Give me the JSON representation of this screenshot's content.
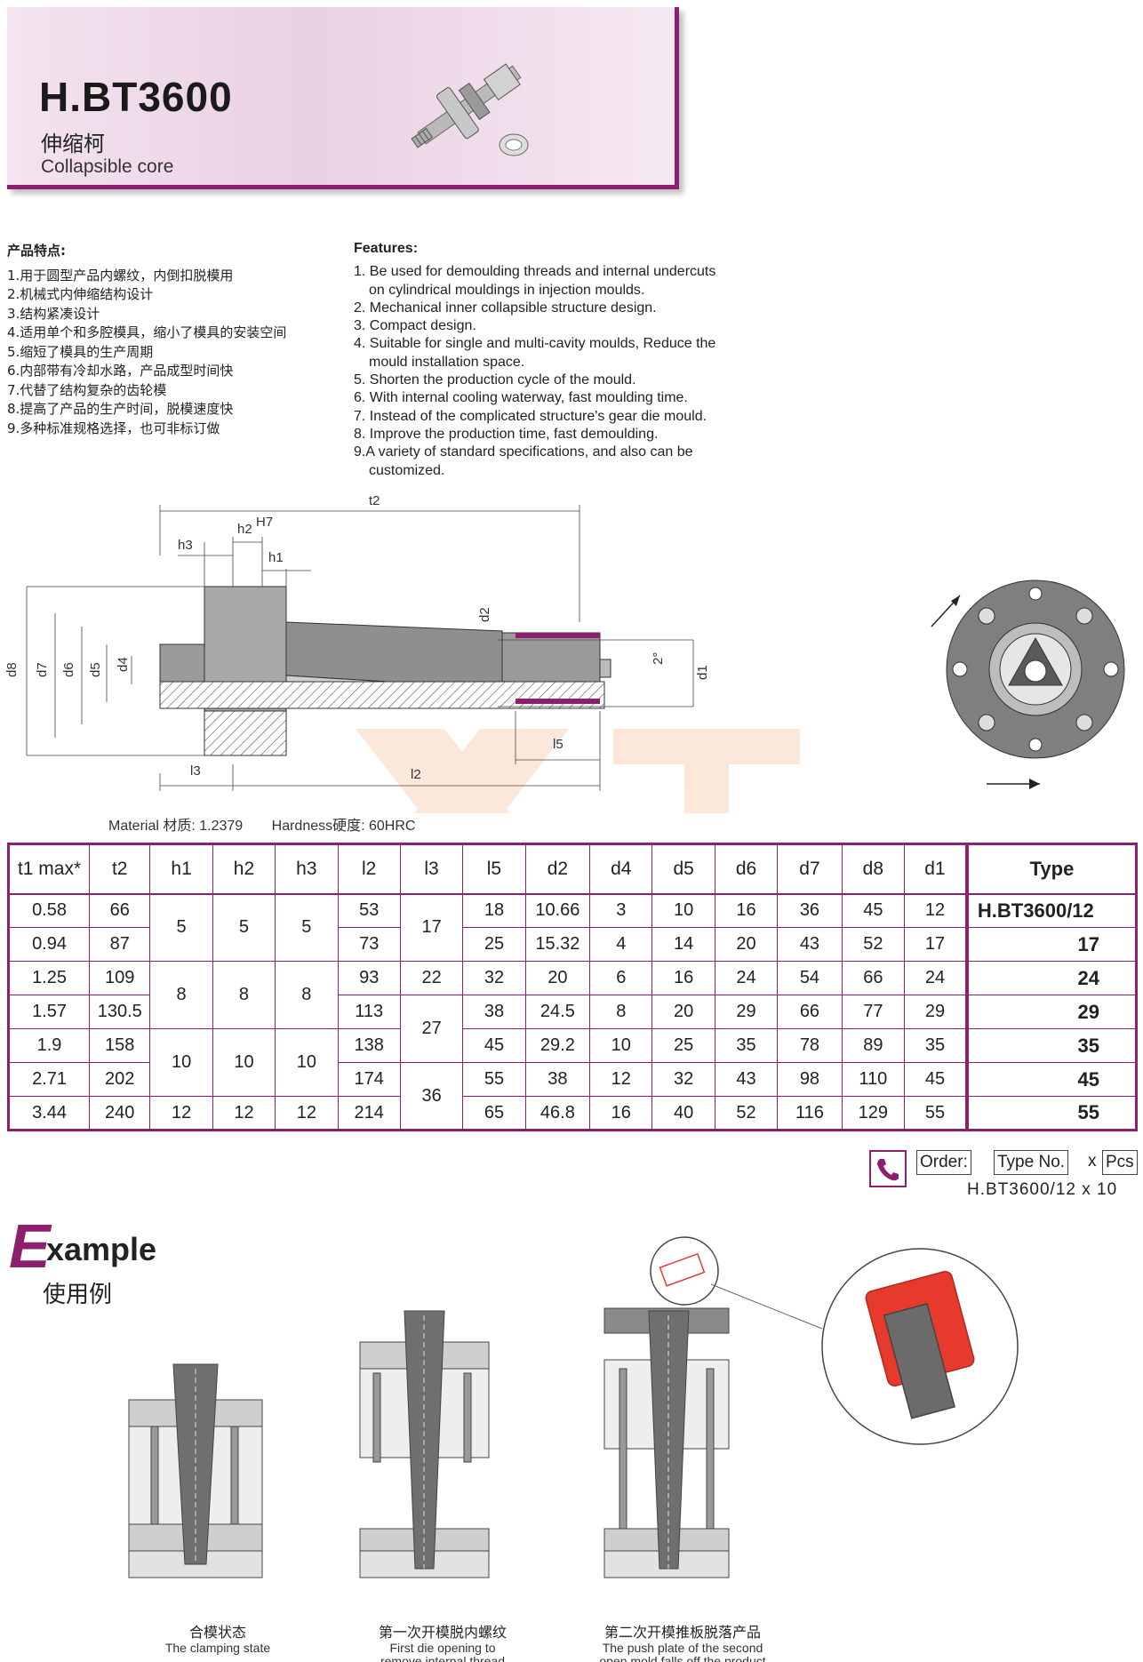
{
  "header": {
    "title": "H.BT3600",
    "subtitle_cn": "伸缩柯",
    "subtitle_en": "Collapsible core"
  },
  "features_cn": {
    "title": "产品特点:",
    "items": [
      "1.用于圆型产品内螺纹，内倒扣脱模用",
      "2.机械式内伸缩结构设计",
      "3.结构紧凑设计",
      "4.适用单个和多腔模具，缩小了模具的安装空间",
      "5.缩短了模具的生产周期",
      "6.内部带有冷却水路，产品成型时间快",
      "7.代替了结构复杂的齿轮模",
      "8.提高了产品的生产时间，脱模速度快",
      "9.多种标准规格选择，也可非标订做"
    ]
  },
  "features_en": {
    "title": "Features:",
    "lines": [
      "1. Be used for demoulding threads and internal undercuts",
      "on cylindrical mouldings in injection moulds.",
      "2. Mechanical inner collapsible structure design.",
      "3. Compact design.",
      "4. Suitable for single and multi-cavity moulds, Reduce the",
      "mould installation space.",
      "5. Shorten the production cycle of the mould.",
      "6. With internal cooling waterway, fast moulding time.",
      "7. Instead of the complicated structure's gear die mould.",
      "8. Improve the production time, fast demoulding.",
      "9.A variety of standard specifications, and also can be",
      "customized."
    ]
  },
  "drawing_labels": {
    "t2": "t2",
    "h3": "h3",
    "h2": "h2",
    "h7": "H7",
    "h1": "h1",
    "d2": "d2",
    "angle": "2°",
    "d1": "d1",
    "d8": "d8",
    "d7": "d7",
    "d6": "d6",
    "d5": "d5",
    "d4": "d4",
    "l5": "l5",
    "l3": "l3",
    "l2": "l2"
  },
  "material": {
    "material": "Material  材质: 1.2379",
    "hardness": "Hardness硬度: 60HRC"
  },
  "table": {
    "headers": [
      "t1 max*",
      "t2",
      "h1",
      "h2",
      "h3",
      "l2",
      "l3",
      "l5",
      "d2",
      "d4",
      "d5",
      "d6",
      "d7",
      "d8",
      "d1",
      "Type"
    ],
    "rows": [
      {
        "t1": "0.58",
        "t2": "66",
        "l2": "53",
        "l5": "18",
        "d2": "10.66",
        "d4": "3",
        "d5": "10",
        "d6": "16",
        "d7": "36",
        "d8": "45",
        "d1": "12",
        "type": "H.BT3600/12"
      },
      {
        "t1": "0.94",
        "t2": "87",
        "l2": "73",
        "l5": "25",
        "d2": "15.32",
        "d4": "4",
        "d5": "14",
        "d6": "20",
        "d7": "43",
        "d8": "52",
        "d1": "17",
        "type": "17"
      },
      {
        "t1": "1.25",
        "t2": "109",
        "l2": "93",
        "l5": "32",
        "d2": "20",
        "d4": "6",
        "d5": "16",
        "d6": "24",
        "d7": "54",
        "d8": "66",
        "d1": "24",
        "type": "24"
      },
      {
        "t1": "1.57",
        "t2": "130.5",
        "l2": "113",
        "l5": "38",
        "d2": "24.5",
        "d4": "8",
        "d5": "20",
        "d6": "29",
        "d7": "66",
        "d8": "77",
        "d1": "29",
        "type": "29"
      },
      {
        "t1": "1.9",
        "t2": "158",
        "l2": "138",
        "l5": "45",
        "d2": "29.2",
        "d4": "10",
        "d5": "25",
        "d6": "35",
        "d7": "78",
        "d8": "89",
        "d1": "35",
        "type": "35"
      },
      {
        "t1": "2.71",
        "t2": "202",
        "l2": "174",
        "l5": "55",
        "d2": "38",
        "d4": "12",
        "d5": "32",
        "d6": "43",
        "d7": "98",
        "d8": "110",
        "d1": "45",
        "type": "45"
      },
      {
        "t1": "3.44",
        "t2": "240",
        "l2": "214",
        "l5": "65",
        "d2": "46.8",
        "d4": "16",
        "d5": "40",
        "d6": "52",
        "d7": "116",
        "d8": "129",
        "d1": "55",
        "type": "55"
      }
    ],
    "merged": {
      "h_5": "5",
      "h_8": "8",
      "h_10": "10",
      "h_12": "12",
      "l3_17": "17",
      "l3_22": "22",
      "l3_27": "27",
      "l3_36": "36"
    }
  },
  "order": {
    "label": "Order:",
    "type_no": "Type No.",
    "x": "x",
    "pcs": "Pcs",
    "example": "H.BT3600/12  x  10"
  },
  "example": {
    "big_letter": "E",
    "rest": "xample",
    "cn": "使用例",
    "captions": [
      {
        "cn": "合模状态",
        "en": [
          "The clamping state"
        ]
      },
      {
        "cn": "第一次开模脱内螺纹",
        "en": [
          "First die opening to",
          "remove internal thread"
        ]
      },
      {
        "cn": "第二次开模推板脱落产品",
        "en": [
          "The push plate of the second",
          "open mold falls off the product"
        ]
      }
    ]
  },
  "colors": {
    "accent": "#8e1f6f",
    "banner": "#ead0e3",
    "steel": "#8a8a8a",
    "red_part": "#e53a2c"
  }
}
